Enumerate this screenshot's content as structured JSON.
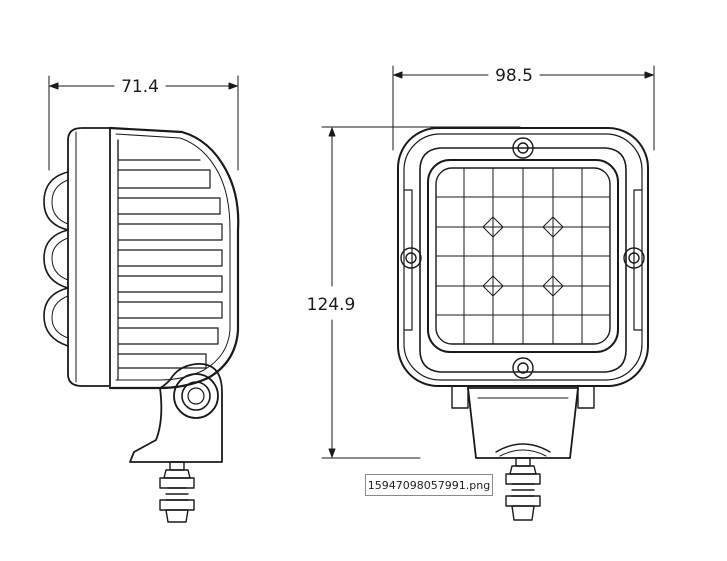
{
  "dimensions": {
    "side_width": "71.4",
    "front_width": "98.5",
    "height": "124.9"
  },
  "file_label": "15947098057991.png",
  "colors": {
    "line": "#1a1a1a",
    "background": "#ffffff"
  }
}
